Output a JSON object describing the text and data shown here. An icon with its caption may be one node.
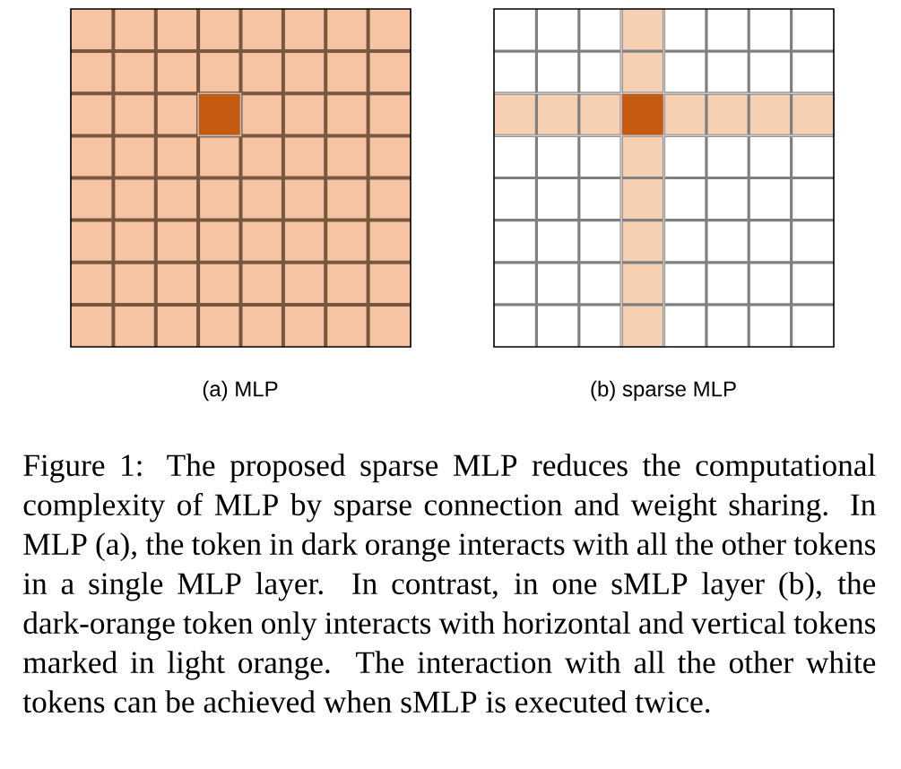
{
  "diagram": {
    "caption": "Figure 1: The proposed sparse MLP reduces the computational complexity of MLP by sparse connection and weight sharing. In MLP (a), the token in dark orange interacts with all the other tokens in a single MLP layer. In contrast, in one sMLP layer (b), the dark-orange token only interacts with horizontal and vertical tokens marked in light orange. The interaction with all the other white tokens can be achieved when sMLP is executed twice.",
    "labels": [
      "(a) MLP",
      "(b) sparse MLP"
    ]
  }
}
